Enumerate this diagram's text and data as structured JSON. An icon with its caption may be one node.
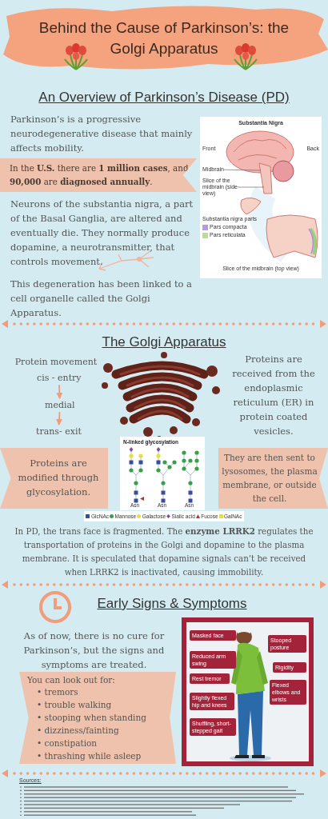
{
  "diagram": {
    "title": "Behind the Cause of Parkinson’s: the Golgi Apparatus",
    "nodes": [
      {
        "text": [
          "In the **U.S.** there are **1 million cases**, and **90,000** are **diagnosed annually**."
        ]
      },
      {
        "text": [
          "Midbrain"
        ]
      },
      {
        "text": [
          "Slice of the midbrain (side view)"
        ]
      },
      {
        "text": [
          "cis - entry"
        ]
      },
      {
        "text": [
          "medial"
        ]
      },
      {
        "text": [
          "trans- exit"
        ]
      },
      {
        "text": [
          "Proteins are modified through glycosylation."
        ]
      },
      {
        "text": [
          "They are then sent to lysosomes, the plasma membrane, or outside the cell."
        ]
      },
      {
        "text": [
          "You can look out for:",
          "• tremors",
          "• trouble walking",
          "• stooping when standing",
          "• dizziness/fainting",
          "• constipation",
          "• thrashing while asleep"
        ]
      },
      {
        "text": [],
        "shape": "box"
      },
      {
        "text": [
          "Masked face"
        ],
        "in": 9
      },
      {
        "text": [
          "Stooped posture"
        ],
        "in": 9
      },
      {
        "text": [
          "Reduced arm swing"
        ],
        "in": 9
      },
      {
        "text": [
          "Rigidity"
        ],
        "in": 9
      },
      {
        "text": [
          "Rest tremor"
        ],
        "in": 9
      },
      {
        "text": [
          "Flexed elbows and wrists"
        ],
        "in": 9
      },
      {
        "text": [
          "Slightly flexed hip and knees"
        ],
        "in": 9
      },
      {
        "text": [
          "Shuffling, short-stepped gait"
        ],
        "in": 9
      }
    ],
    "edges": [
      {
        "from": 1,
        "to": null,
        "arrow": "none",
        "color": "#555555"
      },
      {
        "from": 2,
        "to": null,
        "arrow": "none",
        "color": "#555555"
      },
      {
        "from": 3,
        "to": 4,
        "arrow": "to",
        "color": "#f29b7c"
      },
      {
        "from": 4,
        "to": 5,
        "arrow": "to",
        "color": "#f29b7c"
      }
    ],
    "labels": [
      "An Overview of Parkinson’s Disease (PD)",
      "Parkinson’s is a progressive neurodegenerative disease that mainly affects mobility.",
      "Substantia Nigra",
      "Front",
      "Back",
      "Substantia nigra parts",
      "Slice of the midbrain (top view)",
      "Neurons of the substantia nigra, a part of the Basal Ganglia, are altered and eventually die. They normally produce dopamine, a neurotransmitter, that controls movement.",
      "This degeneration has been linked to a cell organelle called the Golgi Apparatus.",
      "The Golgi Apparatus",
      "Protein movement",
      "Proteins are received from the endoplasmic reticulum (ER) in protein coated vesicles.",
      "N-linked glycosylation",
      "Asn",
      "Asn",
      "Asn",
      "In PD, the trans face is fragmented. The **enzyme LRRK2** regulates the transportation of proteins in the Golgi and dopamine to the plasma membrane. It is speculated that dopamine signals can’t be received when LRRK2 is inactivated, causing immobility.",
      "Early Signs & Symptoms",
      "As of now, there is no cure for Parkinson’s, but the signs and symptoms are treated.",
      "Sources:"
    ],
    "legend": [
      {
        "text": "Pars compacta",
        "color": "#b59ae6"
      },
      {
        "text": "Pars reticulata",
        "color": "#b5e08f"
      },
      {
        "text": "GlcNAc"
      },
      {
        "text": "Mannose"
      },
      {
        "text": "Galactose"
      },
      {
        "text": "Sialic acid"
      },
      {
        "text": "Fucose"
      },
      {
        "text": "GalNAc"
      }
    ]
  }
}
